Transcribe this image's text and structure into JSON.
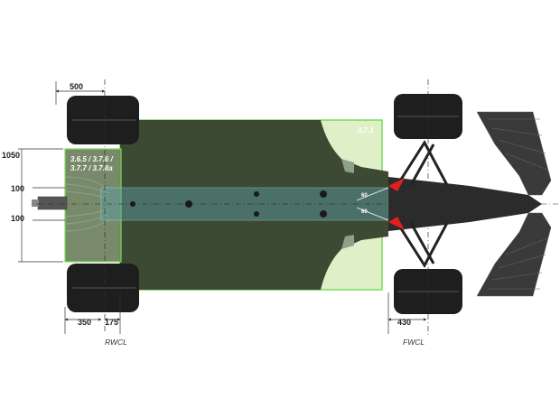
{
  "diagram": {
    "dimensions": {
      "d500": "500",
      "d1050": "1050",
      "d100_top": "100",
      "d100_bottom": "100",
      "d350": "350",
      "d175": "175",
      "d430": "430"
    },
    "references": {
      "rwcl": "RWCL",
      "fwcl": "FWCL"
    },
    "zones": {
      "main_zone_label": "3.7.1",
      "rear_zone_label_line1": "3.6.5 / 3.7.6 /",
      "rear_zone_label_line2": "3.7.7 / 3.7.8a",
      "angle_upper": "60",
      "angle_lower": "60"
    },
    "colors": {
      "zone_outline": "#7ddb5a",
      "zone_fill_light": "#dff0c8",
      "floor_dark": "#3d4a33",
      "plank_fill": "#5aa0a8",
      "arrow_red": "#e02020"
    }
  }
}
